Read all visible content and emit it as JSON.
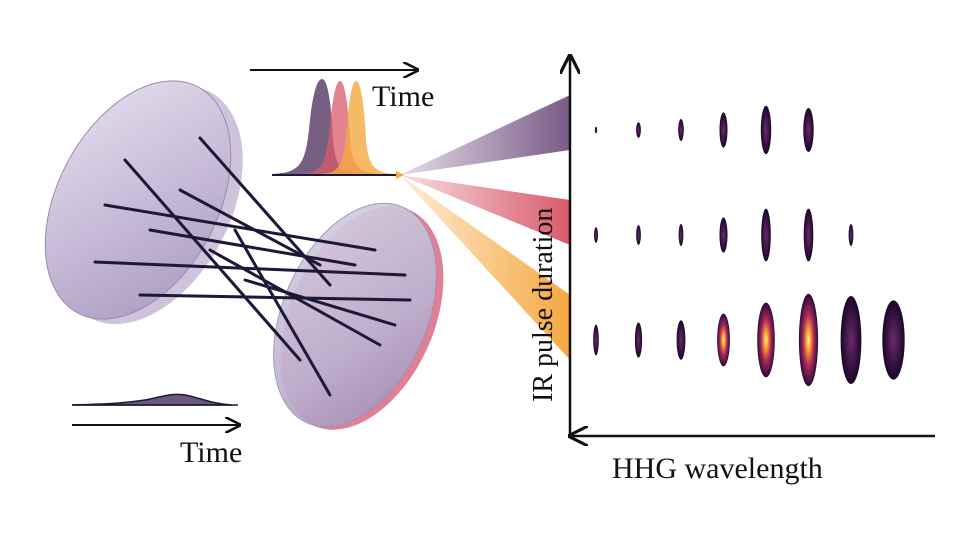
{
  "labels": {
    "time_top": "Time",
    "time_bottom": "Time",
    "y_axis": "IR pulse duration",
    "x_axis": "HHG wavelength"
  },
  "colors": {
    "dark_purple": "#4a2a5a",
    "mid_purple": "#7a5a88",
    "red": "#d95a6a",
    "orange": "#f5a840",
    "mirror_fill": "#c9bfd8",
    "beam_line": "#1e1838",
    "spot_dark": "#2a0a3a"
  },
  "pulses": [
    {
      "name": "long",
      "color": "#4a2a5a"
    },
    {
      "name": "medium",
      "color": "#d95a6a"
    },
    {
      "name": "short",
      "color": "#f5a840"
    }
  ],
  "spectra_rows": [
    {
      "pulse": "long",
      "color": "#7a5a88",
      "harmonic_widths": [
        0.3,
        0.6,
        0.7,
        1.0,
        1.3,
        1.3
      ],
      "harmonic_heights": [
        0.15,
        0.35,
        0.5,
        0.8,
        1.1,
        1.0
      ]
    },
    {
      "pulse": "medium",
      "color": "#d95a6a",
      "harmonic_widths": [
        0.5,
        0.6,
        0.6,
        1.0,
        1.2,
        1.2,
        0.6
      ],
      "harmonic_heights": [
        0.35,
        0.45,
        0.5,
        0.8,
        1.2,
        1.2,
        0.5
      ]
    },
    {
      "pulse": "short",
      "color": "#f5a840",
      "harmonic_widths": [
        0.7,
        0.9,
        1.1,
        1.6,
        2.2,
        2.4,
        2.6,
        2.8
      ],
      "harmonic_heights": [
        0.7,
        0.8,
        0.9,
        1.2,
        1.7,
        2.1,
        2.0,
        1.8
      ]
    }
  ],
  "icons": {
    "time_arrow_top": "right-arrow-icon",
    "time_arrow_bottom": "right-arrow-icon",
    "y_axis_arrow": "up-arrow-icon",
    "x_axis_arrow": "left-arrow-icon"
  }
}
